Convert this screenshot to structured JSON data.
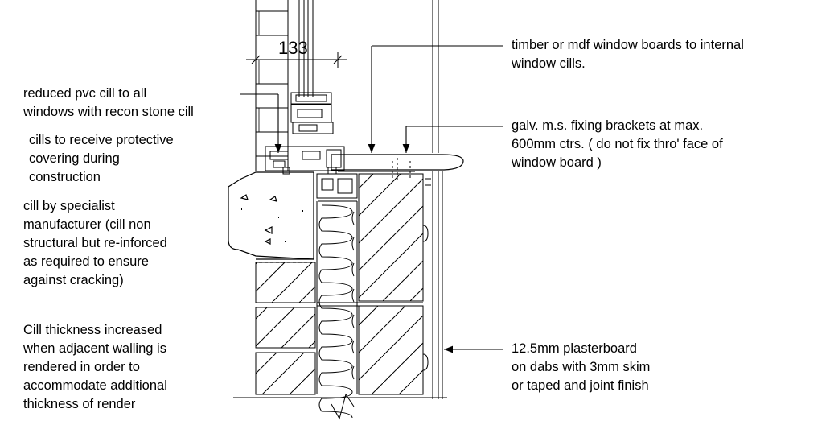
{
  "drawing": {
    "dimension_label": "133",
    "annotations": {
      "window_boards": "timber or mdf window boards to internal\nwindow cills.",
      "fixing_brackets": "galv. m.s. fixing brackets at max.\n600mm ctrs. ( do not fix thro' face of\nwindow board )",
      "plasterboard": "12.5mm plasterboard\non dabs with 3mm skim\nor taped and joint finish",
      "pvc_cill": "reduced pvc cill to all\nwindows with recon stone cill",
      "protective_covering": "cills to receive protective\ncovering during\nconstruction",
      "specialist_cill": "cill by specialist\nmanufacturer (cill non\nstructural but re-inforced\nas required to ensure\nagainst cracking)",
      "cill_thickness": "Cill thickness increased\nwhen adjacent walling is\nrendered in order to\naccommodate additional\nthickness of render"
    }
  }
}
